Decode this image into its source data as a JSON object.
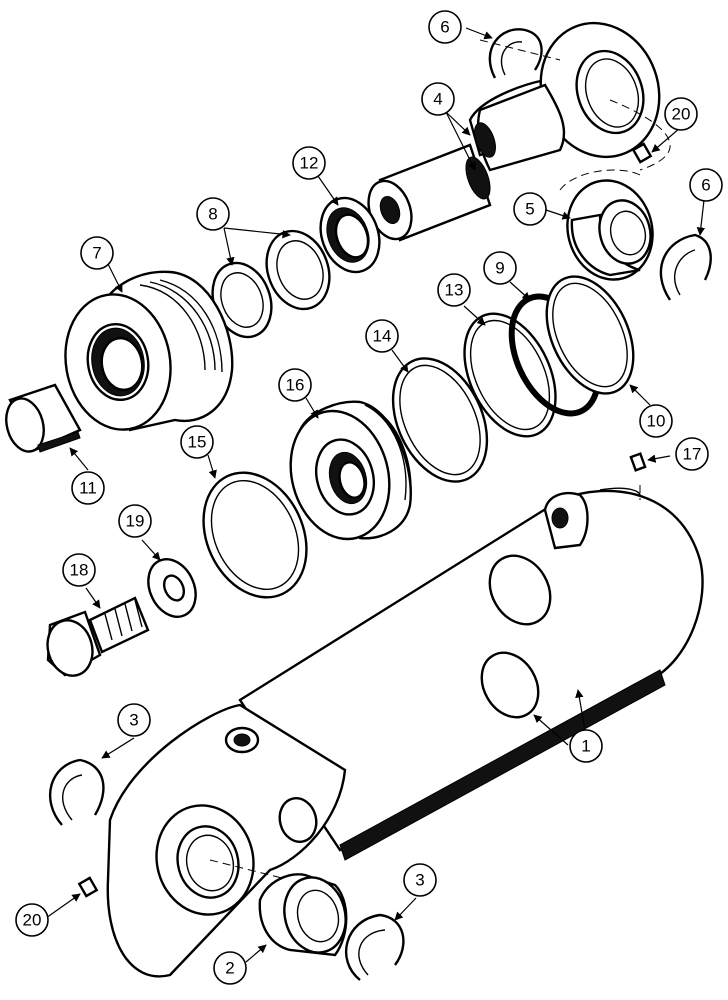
{
  "callouts": [
    {
      "id": "c6a",
      "label": "6"
    },
    {
      "id": "c20a",
      "label": "20"
    },
    {
      "id": "c4",
      "label": "4"
    },
    {
      "id": "c12",
      "label": "12"
    },
    {
      "id": "c5",
      "label": "5"
    },
    {
      "id": "c6b",
      "label": "6"
    },
    {
      "id": "c8",
      "label": "8"
    },
    {
      "id": "c7",
      "label": "7"
    },
    {
      "id": "c9",
      "label": "9"
    },
    {
      "id": "c13",
      "label": "13"
    },
    {
      "id": "c14",
      "label": "14"
    },
    {
      "id": "c16",
      "label": "16"
    },
    {
      "id": "c15",
      "label": "15"
    },
    {
      "id": "c10",
      "label": "10"
    },
    {
      "id": "c11",
      "label": "11"
    },
    {
      "id": "c17",
      "label": "17"
    },
    {
      "id": "c19",
      "label": "19"
    },
    {
      "id": "c18",
      "label": "18"
    },
    {
      "id": "c1",
      "label": "1"
    },
    {
      "id": "c3a",
      "label": "3"
    },
    {
      "id": "c3b",
      "label": "3"
    },
    {
      "id": "c20b",
      "label": "20"
    },
    {
      "id": "c2",
      "label": "2"
    }
  ]
}
